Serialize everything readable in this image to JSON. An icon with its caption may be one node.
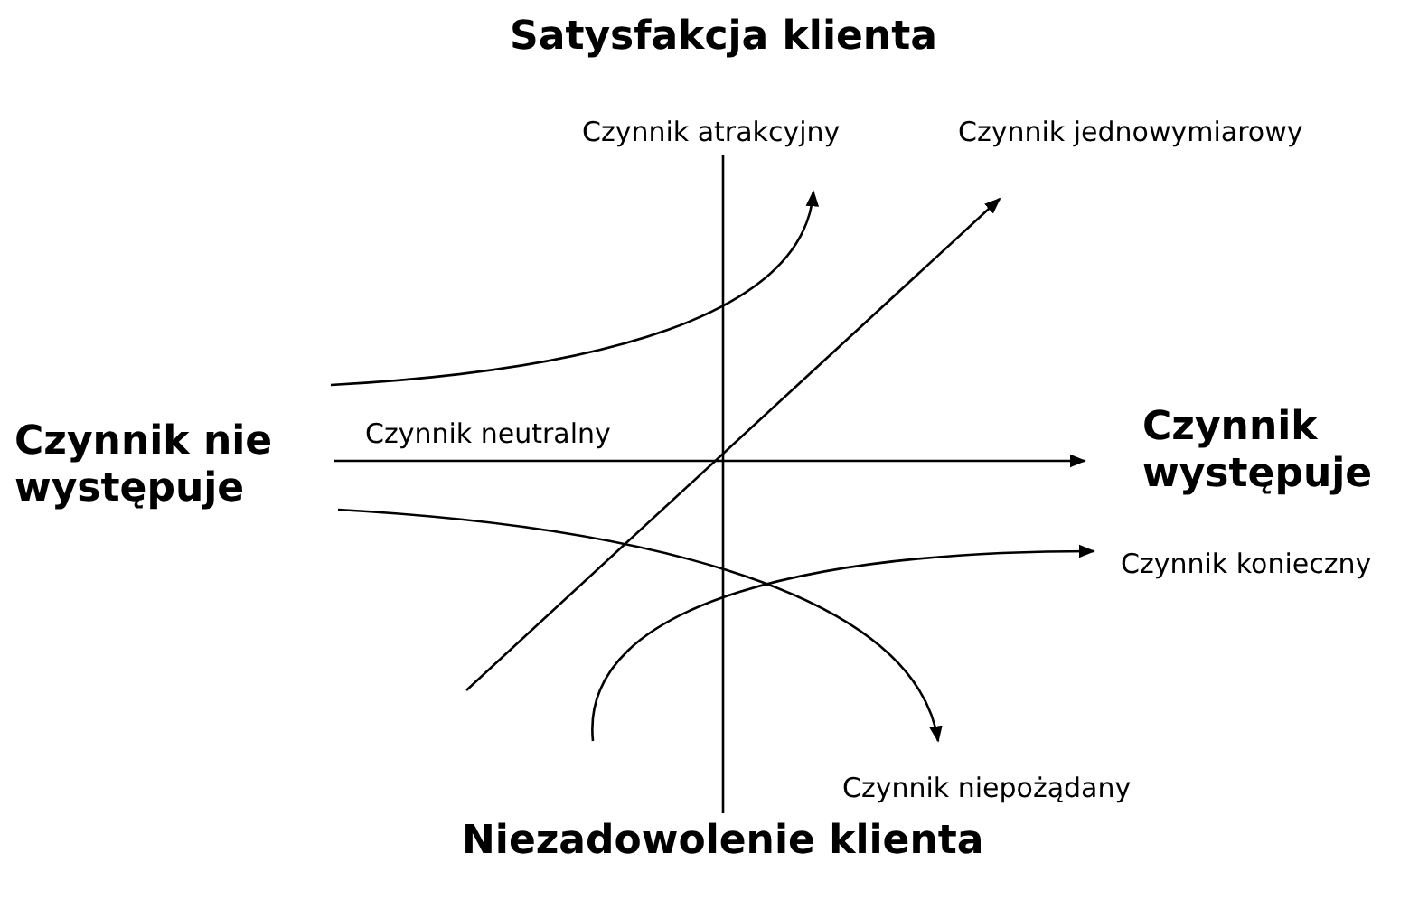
{
  "diagram": {
    "labels": [
      "Satysfakcja klienta",
      "Czynnik atrakcyjny",
      "Czynnik jednowymiarowy",
      "Czynnik nie występuje",
      "Czynnik neutralny",
      "Czynnik występuje",
      "Czynnik konieczny",
      "Czynnik niepożądany",
      "Niezadowolenie klienta"
    ]
  }
}
